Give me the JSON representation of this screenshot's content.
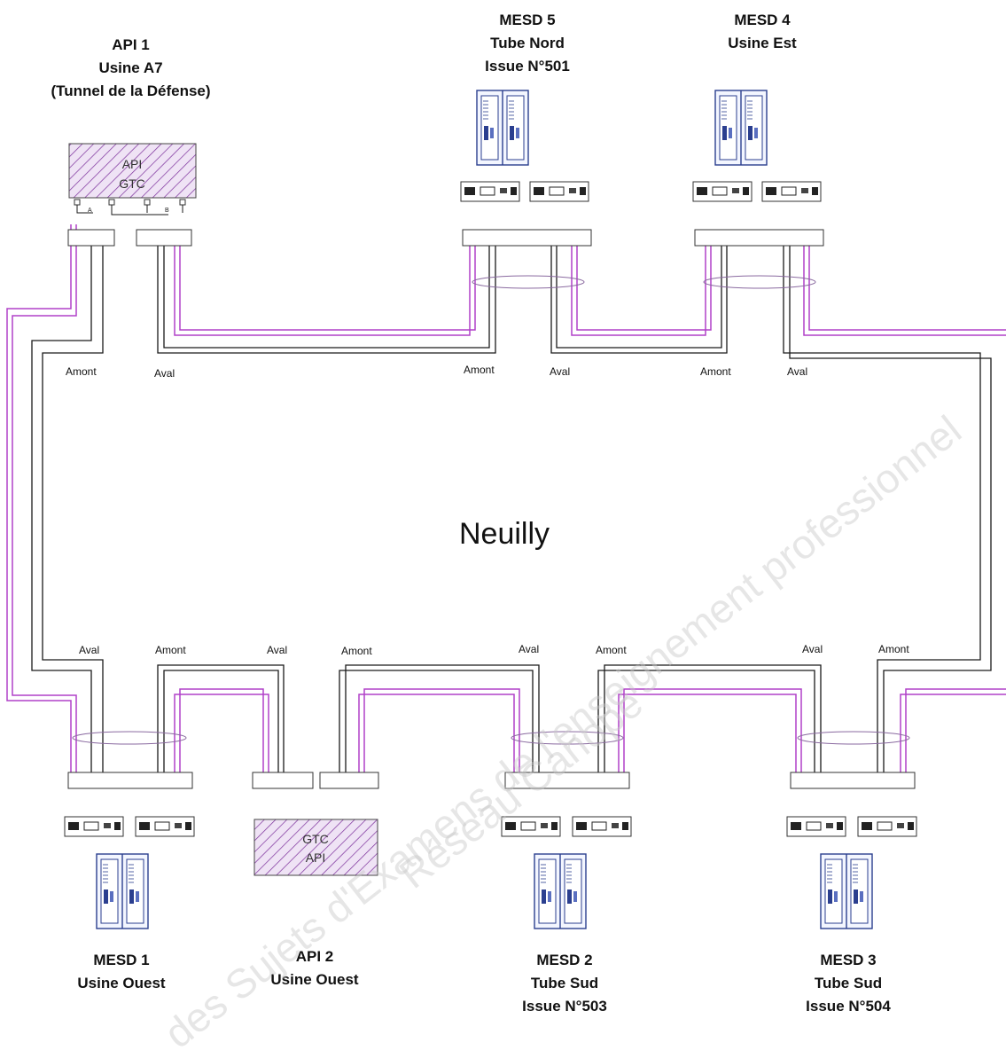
{
  "center_label": "Neuilly",
  "stations": {
    "api1": {
      "line1": "API 1",
      "line2": "Usine A7",
      "line3": "(Tunnel de la Défense)",
      "box_line1": "API",
      "box_line2": "GTC"
    },
    "mesd5": {
      "line1": "MESD 5",
      "line2": "Tube Nord",
      "line3": "Issue N°501"
    },
    "mesd4": {
      "line1": "MESD 4",
      "line2": "Usine Est"
    },
    "mesd1": {
      "line1": "MESD 1",
      "line2": "Usine Ouest"
    },
    "api2": {
      "line1": "API 2",
      "line2": "Usine Ouest",
      "box_line1": "GTC",
      "box_line2": "API"
    },
    "mesd2": {
      "line1": "MESD 2",
      "line2": "Tube Sud",
      "line3": "Issue  N°503"
    },
    "mesd3": {
      "line1": "MESD 3",
      "line2": "Tube Sud",
      "line3": "Issue  N°504"
    }
  },
  "direction_labels": {
    "amont": "Amont",
    "aval": "Aval"
  },
  "module_labels": {
    "a": "A",
    "b": "B"
  },
  "watermark": {
    "line1": "des Sujets d'Examens de l'enseignement professionnel",
    "line2": "Réseau Canopé"
  },
  "colors": {
    "fiber": "#b040c8",
    "copper": "#1a1a1a",
    "hatch": "#7a2d9a",
    "hatch_bg": "#e6d4ef",
    "cabinet": "#2b3f8f"
  }
}
